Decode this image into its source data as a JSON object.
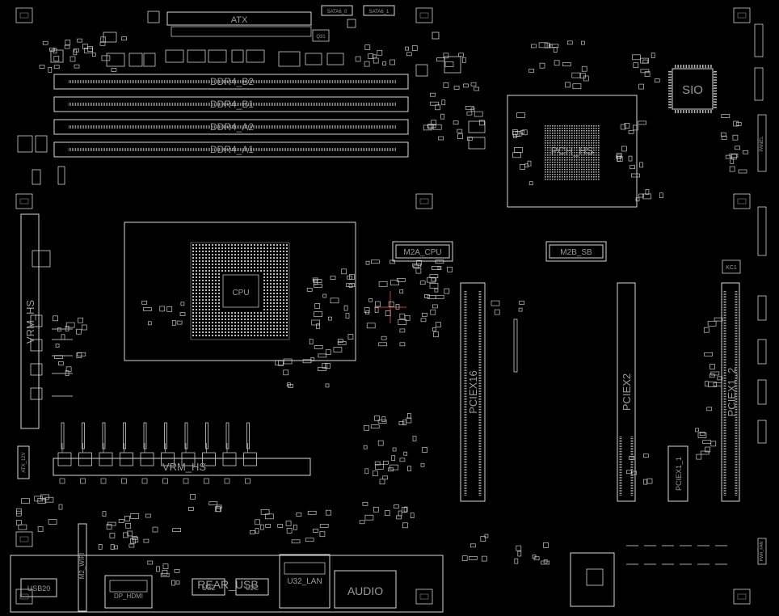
{
  "board": {
    "background": "#000000",
    "outline_color": "#d8d8d8",
    "label_color": "#9a9a9a"
  },
  "labels": {
    "atx": "ATX",
    "sata0": "SATA6_0",
    "sata1": "SATA6_1",
    "q31": "Q31",
    "ddr4_b2": "DDR4_B2",
    "ddr4_b1": "DDR4_B1",
    "ddr4_a2": "DDR4_A2",
    "ddr4_a1": "DDR4_A1",
    "sio": "SIO",
    "pch_hs": "PCH_HS",
    "m2a_cpu": "M2A_CPU",
    "m2b_sb": "M2B_SB",
    "vrm_hs_left": "VRM_HS",
    "vrm_hs_bottom": "VRM_HS",
    "pciex16": "PCIEX16",
    "pciex2": "PCIEX2",
    "pciex1_2": "PCIEX1_2",
    "pciex1_1": "PCIEX1_1",
    "atx12v": "ATX_12V",
    "usb20": "USB20",
    "dp_hdmi": "DP_HDMI",
    "rear_usb": "REAR_USB",
    "u32": "U32",
    "u32_lan": "U32_LAN",
    "audio": "AUDIO",
    "m2_wifi": "M2_WIFI",
    "cpu": "CPU",
    "panel": "PANEL",
    "kc1": "KC1",
    "u2c": "U2C",
    "pwr_fan": "PWR_FAN"
  },
  "mount_holes": [
    {
      "id": "MH1"
    },
    {
      "id": "MH2"
    },
    {
      "id": "MH3"
    },
    {
      "id": "MH4"
    },
    {
      "id": "MH5"
    },
    {
      "id": "MH6"
    },
    {
      "id": "MH7"
    },
    {
      "id": "MH8"
    },
    {
      "id": "MH9"
    },
    {
      "id": "MH10"
    }
  ],
  "crosshair_color": "#c04040"
}
